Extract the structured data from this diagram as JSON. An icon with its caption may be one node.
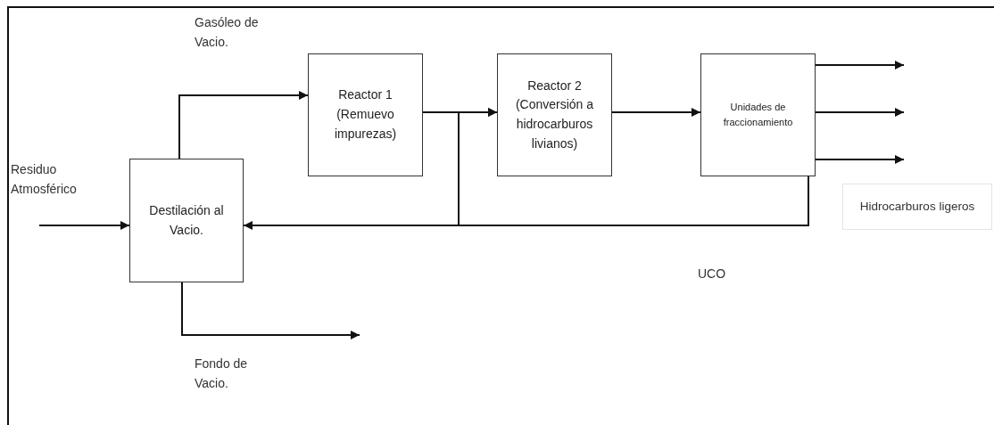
{
  "diagram": {
    "nodes": [
      {
        "text": [
          "Destilación al Vacio."
        ]
      },
      {
        "text": [
          "Reactor 1 (Remuevo impurezas)"
        ]
      },
      {
        "text": [
          "Reactor 2 (Conversión a hidrocarburos livianos)"
        ]
      },
      {
        "text": [
          "Unidades de fraccionamiento"
        ]
      }
    ],
    "edges": [
      {
        "from": null,
        "to": 0,
        "arrow": "to",
        "label": "Residuo Atmosférico"
      },
      {
        "from": 0,
        "to": 1,
        "arrow": "to",
        "label": "Gasóleo de Vacio."
      },
      {
        "from": 1,
        "to": 2,
        "arrow": "to"
      },
      {
        "from": 3,
        "to": 0,
        "arrow": "to"
      },
      {
        "from": 3,
        "to": 2,
        "arrow": "to"
      },
      {
        "from": 2,
        "to": 3,
        "arrow": "to"
      },
      {
        "from": 3,
        "to": null,
        "arrow": "to"
      },
      {
        "from": 3,
        "to": null,
        "arrow": "to"
      },
      {
        "from": 3,
        "to": null,
        "arrow": "to"
      },
      {
        "from": 0,
        "to": null,
        "arrow": "to",
        "label": "Fondo de Vacio."
      }
    ],
    "labels": [
      "Hidrocarburos ligeros",
      "UCO"
    ]
  }
}
